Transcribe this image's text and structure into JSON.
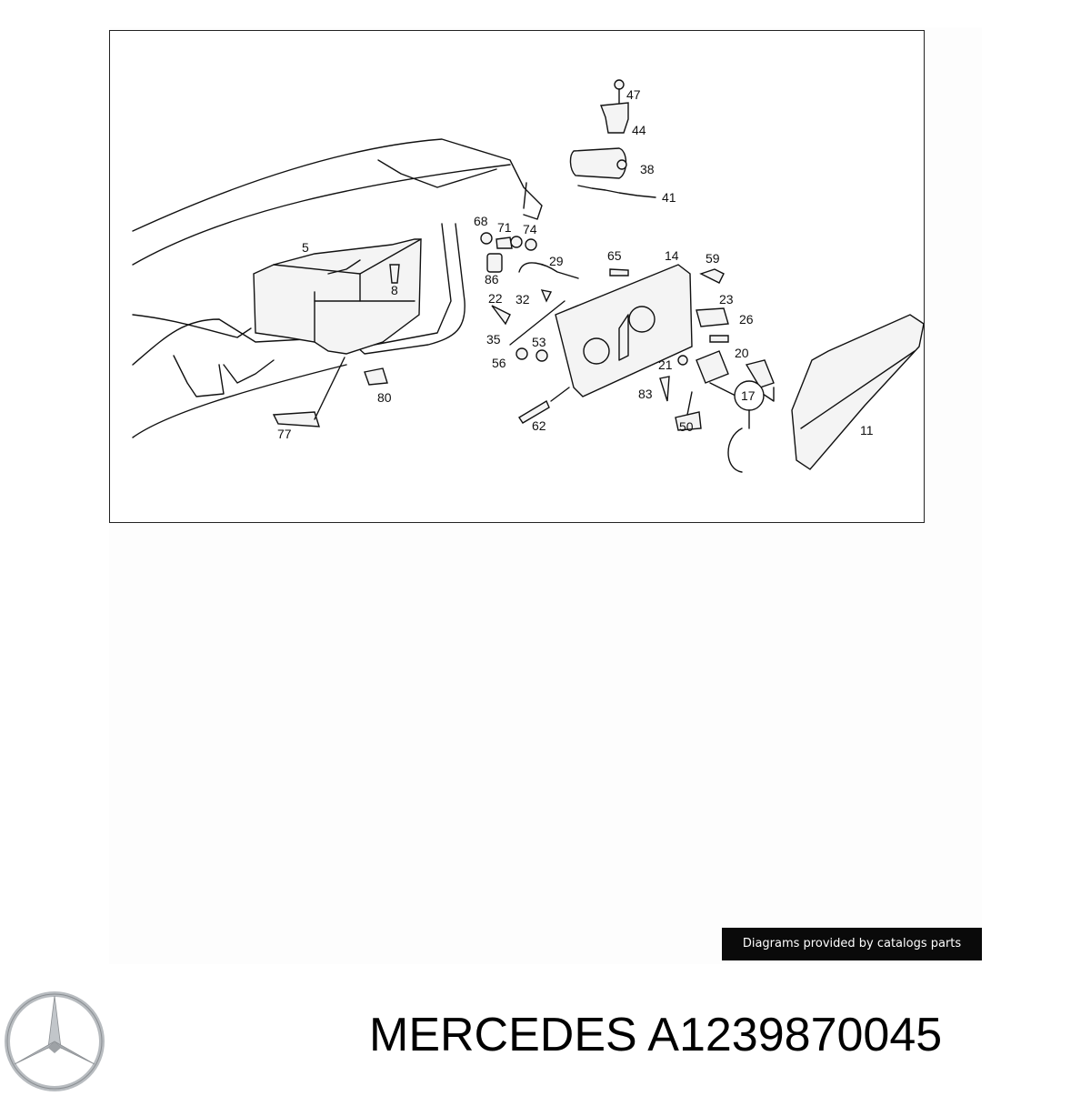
{
  "diagram": {
    "callouts": [
      "47",
      "44",
      "38",
      "41",
      "68",
      "71",
      "74",
      "5",
      "29",
      "65",
      "14",
      "59",
      "86",
      "8",
      "22",
      "32",
      "23",
      "26",
      "35",
      "53",
      "56",
      "20",
      "21",
      "83",
      "17",
      "62",
      "50",
      "80",
      "77",
      "11"
    ]
  },
  "credit": "Diagrams provided by catalogs parts",
  "title": "MERCEDES A1239870045",
  "logo": {
    "brand": "Mercedes-Benz star",
    "color": "#b8bcc0"
  }
}
